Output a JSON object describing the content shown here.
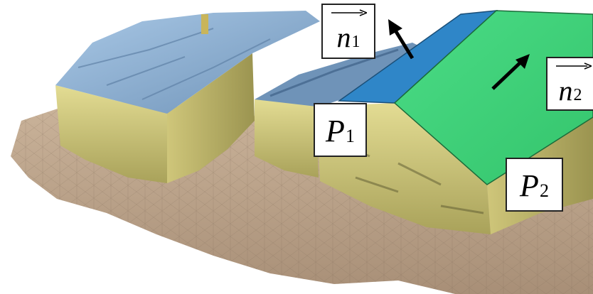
{
  "labels": {
    "p1": {
      "main": "P",
      "sub": "1"
    },
    "p2": {
      "main": "P",
      "sub": "2"
    },
    "n1": {
      "main": "n",
      "sub": "1"
    },
    "n2": {
      "main": "n",
      "sub": "2"
    }
  },
  "colors": {
    "ground": "#b9a086",
    "ground_dark": "#7a6652",
    "wall": "#d6cf85",
    "wall_dark": "#6e6a3a",
    "roof_gray": "#8fb3d6",
    "roof_dark": "#4d6f93",
    "plane_p1": "#2f86c8",
    "plane_p2": "#3fd47a",
    "arrow": "#000000"
  }
}
